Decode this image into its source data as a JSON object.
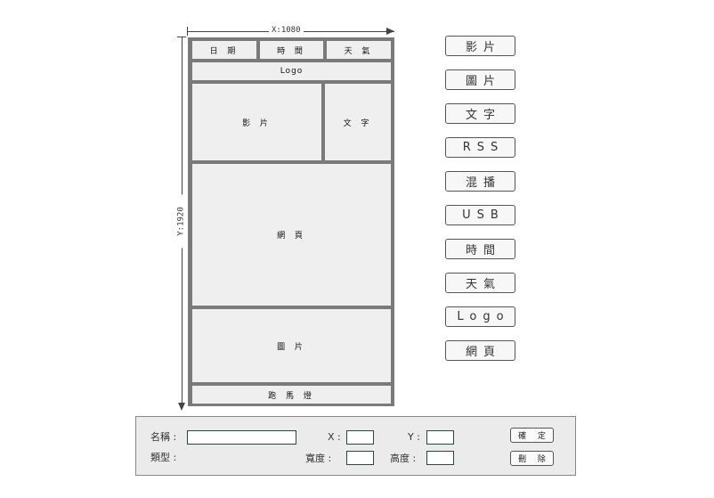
{
  "dimensions": {
    "width_label": "X:1080",
    "height_label": "Y:1920"
  },
  "layout": {
    "date": "日 期",
    "time": "時 間",
    "weather": "天 氣",
    "logo": "Logo",
    "video": "影 片",
    "text": "文 字",
    "webpage": "網 頁",
    "image": "圖 片",
    "marquee": "跑 馬 燈"
  },
  "components": [
    "影片",
    "圖片",
    "文字",
    "RSS",
    "混播",
    "USB",
    "時間",
    "天氣",
    "Logo",
    "網頁"
  ],
  "properties": {
    "name_label": "名稱 :",
    "name_value": "",
    "type_label": "類型 :",
    "x_label": "X :",
    "y_label": "Y :",
    "width_label": "寬度 :",
    "height_label": "高度 :",
    "confirm_label": "確 定",
    "delete_label": "刪 除"
  }
}
